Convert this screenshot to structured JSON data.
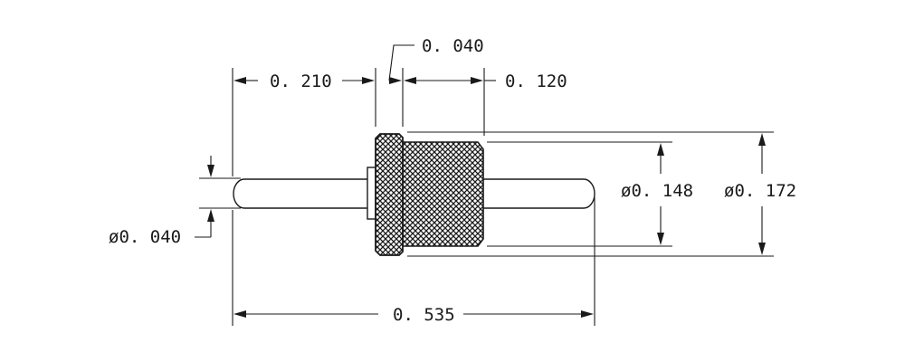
{
  "dimensions": {
    "pin_length_left": "0. 210",
    "collar_width": "0. 040",
    "body_length": "0. 120",
    "overall_length": "0. 535",
    "pin_diameter": "ø0. 040",
    "body_diameter": "ø0. 148",
    "collar_diameter": "ø0. 172"
  },
  "colors": {
    "ink": "#1a1a1a",
    "background": "#ffffff"
  }
}
